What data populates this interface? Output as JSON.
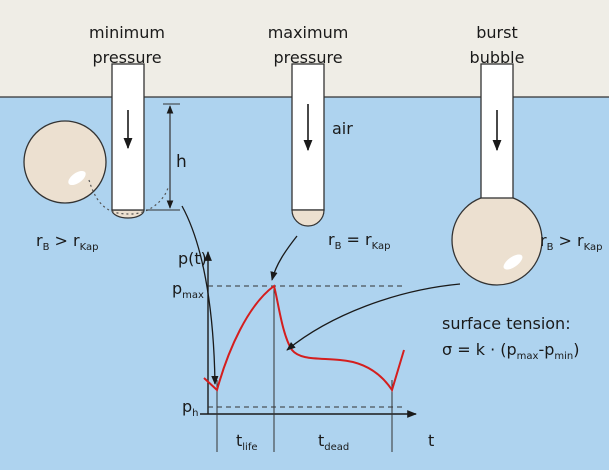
{
  "colors": {
    "sky": "#efede6",
    "water": "#aed3ef",
    "outline": "#333333",
    "bubble": "#ece0d0",
    "tube": "#ffffff",
    "curve": "#d41e1e",
    "ink": "#1a1a1a"
  },
  "headings": {
    "minimum": [
      "minimum",
      "pressure"
    ],
    "maximum": [
      "maximum",
      "pressure"
    ],
    "burst": [
      "burst",
      "bubble"
    ]
  },
  "labels": {
    "h": "h",
    "air": "air"
  },
  "radius_relations": {
    "left": {
      "r": "r",
      "rsub": "B",
      "op": " > r",
      "osub": "Kap"
    },
    "middle": {
      "r": "r",
      "rsub": "B",
      "op": " = r",
      "osub": "Kap"
    },
    "right": {
      "r": "r",
      "rsub": "B",
      "op": " > r",
      "osub": "Kap"
    }
  },
  "graph": {
    "y_axis": {
      "p": "p(t)"
    },
    "x_axis": {
      "t": "t"
    },
    "p_max": {
      "main": "p",
      "sub": "max"
    },
    "p_h": {
      "main": "p",
      "sub": "h"
    },
    "t_life": {
      "main": "t",
      "sub": "life"
    },
    "t_dead": {
      "main": "t",
      "sub": "dead"
    }
  },
  "surface_tension": {
    "title": "surface tension:",
    "f_sigma": "σ = k · (p",
    "f_max": "max",
    "f_dash": "-p",
    "f_min": "min",
    "f_close": ")"
  },
  "icons": {
    "flow_arrow": "down-arrow-icon"
  }
}
